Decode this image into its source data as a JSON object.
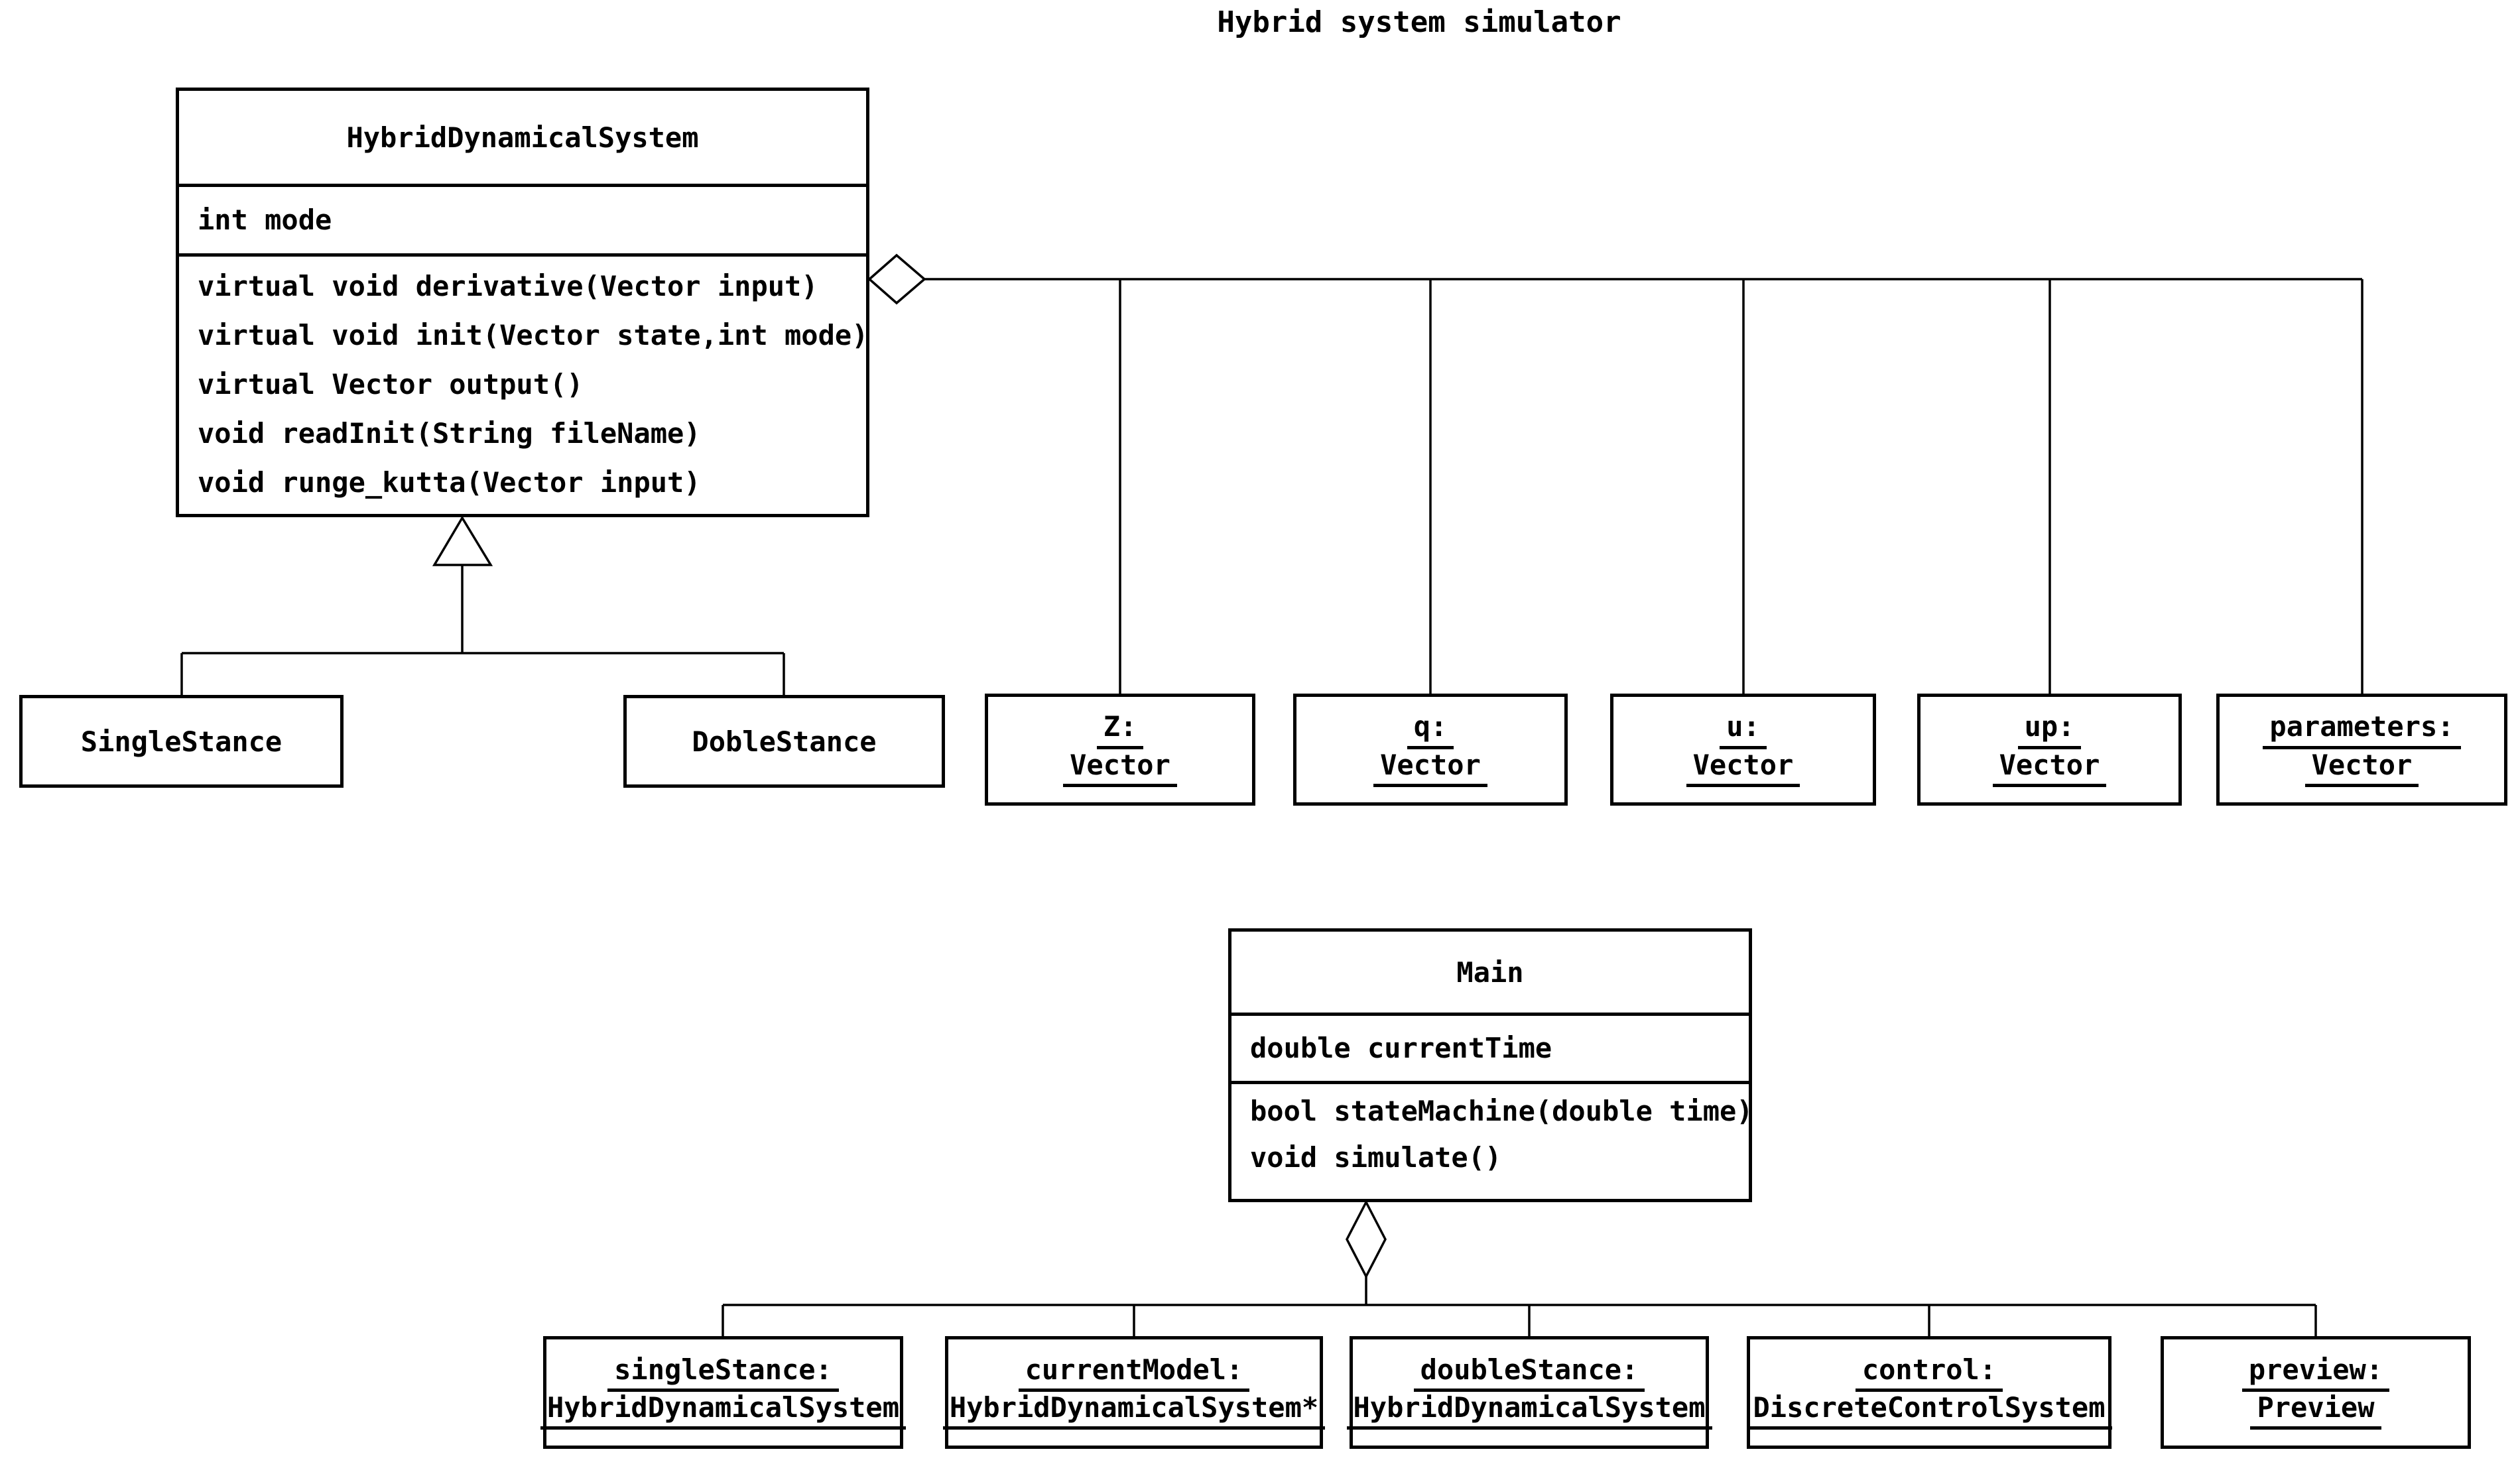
{
  "title": "Hybrid system simulator",
  "colors": {
    "line": "#000000",
    "background": "#ffffff"
  },
  "classes": {
    "hds": {
      "name": "HybridDynamicalSystem",
      "attributes": [
        "int mode"
      ],
      "methods": [
        "virtual void derivative(Vector input)",
        "virtual void init(Vector state,int mode)",
        "virtual Vector output()",
        "void readInit(String fileName)",
        "void runge_kutta(Vector input)"
      ]
    },
    "main": {
      "name": "Main",
      "attributes": [
        "double currentTime"
      ],
      "methods": [
        "bool stateMachine(double time)",
        "void simulate()"
      ]
    },
    "subclasses": [
      {
        "name": "SingleStance"
      },
      {
        "name": "DobleStance"
      }
    ]
  },
  "objects": {
    "hds_aggregates": [
      {
        "name": "Z:",
        "type": "Vector"
      },
      {
        "name": "q:",
        "type": "Vector"
      },
      {
        "name": "u:",
        "type": "Vector"
      },
      {
        "name": "up:",
        "type": "Vector"
      },
      {
        "name": "parameters:",
        "type": "Vector"
      }
    ],
    "main_aggregates": [
      {
        "name": "singleStance:",
        "type": "HybridDynamicalSystem"
      },
      {
        "name": "currentModel:",
        "type": "HybridDynamicalSystem*"
      },
      {
        "name": "doubleStance:",
        "type": "HybridDynamicalSystem"
      },
      {
        "name": "control:",
        "type": "DiscreteControlSystem"
      },
      {
        "name": "preview:",
        "type": "Preview"
      }
    ]
  }
}
